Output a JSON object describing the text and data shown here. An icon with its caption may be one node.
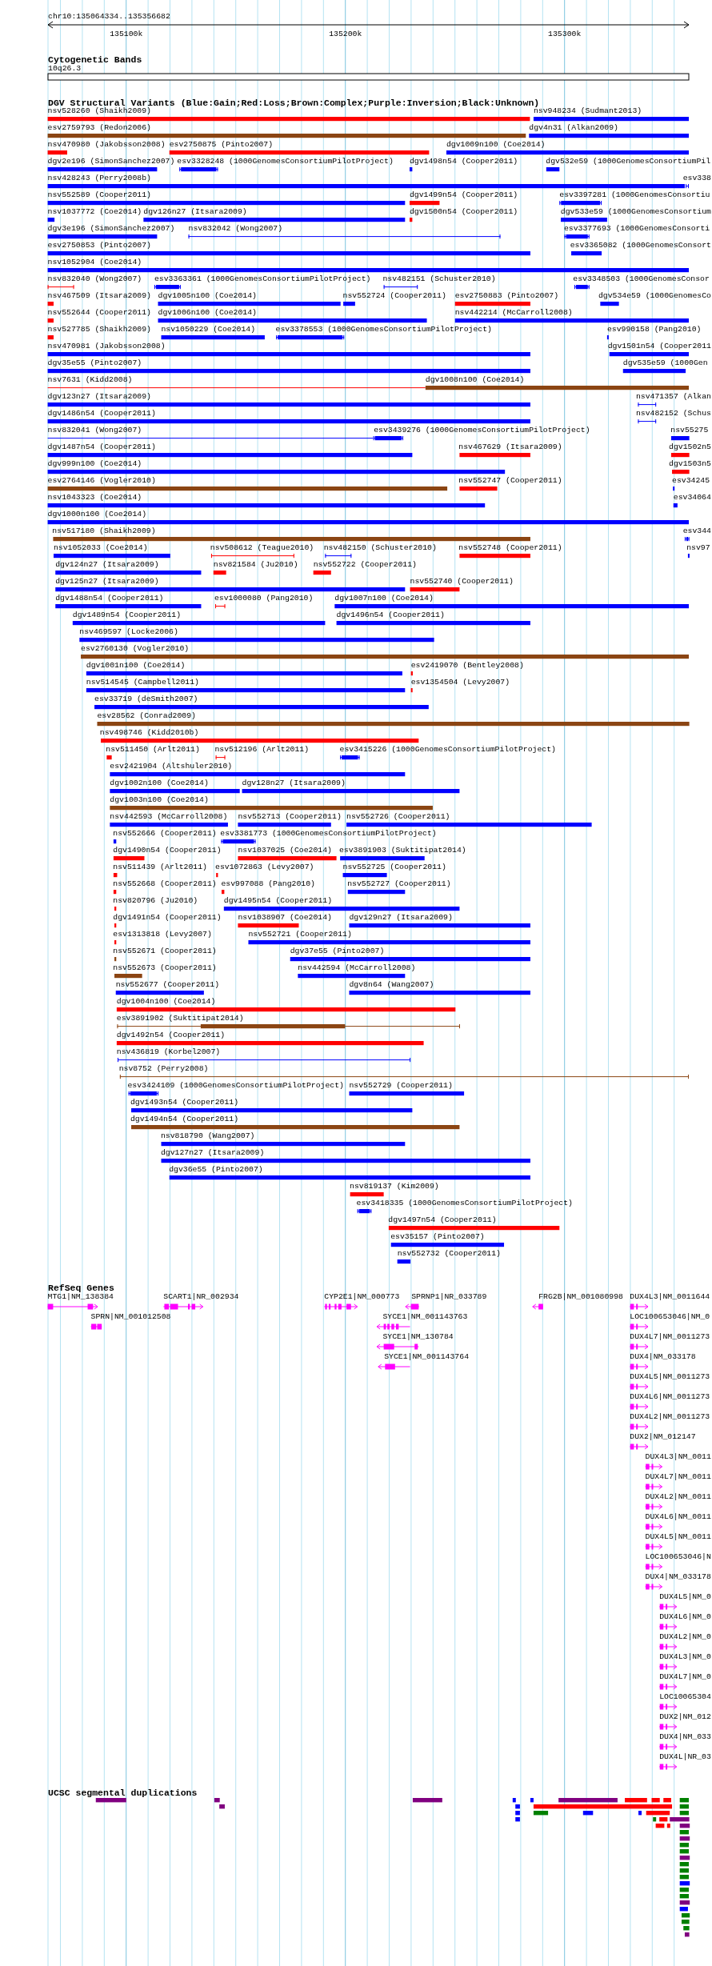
{
  "diagram": {
    "title": "chr10:135064334..135356682",
    "labels": [
      "135100k",
      "135200k",
      "135300k",
      "Cytogenetic Bands",
      "10q26.3",
      "DGV Structural Variants (Blue:Gain;Red:Loss;Brown:Complex;Purple:Inversion;Black:Unknown)",
      "nsv528260 (Shaikh2009)",
      "nsv948234 (Sudmant2013)",
      "esv2759793 (Redon2006)",
      "dgv4n31 (Alkan2009)",
      "nsv470980 (Jakobsson2008)",
      "esv2750875 (Pinto2007)",
      "dgv1009n100 (Coe2014)",
      "dgv2e196 (SimonSanchez2007)",
      "esv3328248 (1000GenomesConsortiumPilotProject)",
      "dgv1498n54 (Cooper2011)",
      "dgv532e59 (1000GenomesConsortiumPil",
      "nsv428243 (Perry2008b)",
      "esv338",
      "nsv552589 (Cooper2011)",
      "dgv1499n54 (Cooper2011)",
      "esv3397281 (1000GenomesConsortiu",
      "nsv1037772 (Coe2014)",
      "dgv126n27 (Itsara2009)",
      "dgv1500n54 (Cooper2011)",
      "dgv533e59 (1000GenomesConsortium",
      "dgv3e196 (SimonSanchez2007)",
      "nsv832042 (Wong2007)",
      "esv3377693 (1000GenomesConsorti",
      "esv2750853 (Pinto2007)",
      "esv3365082 (1000GenomesConsort",
      "nsv1052904 (Coe2014)",
      "nsv832040 (Wong2007)",
      "esv3363361 (1000GenomesConsortiumPilotProject)",
      "nsv482151 (Schuster2010)",
      "esv3348503 (1000GenomesConsor",
      "nsv467509 (Itsara2009)",
      "dgv1005n100 (Coe2014)",
      "nsv552724 (Cooper2011)",
      "esv2750883 (Pinto2007)",
      "dgv534e59 (1000GenomesCo",
      "nsv552644 (Cooper2011)",
      "dgv1006n100 (Coe2014)",
      "nsv442214 (McCarroll2008)",
      "nsv527785 (Shaikh2009)",
      "nsv1050229 (Coe2014)",
      "esv3378553 (1000GenomesConsortiumPilotProject)",
      "esv990158 (Pang2010)",
      "nsv470981 (Jakobsson2008)",
      "dgv1501n54 (Cooper2011",
      "dgv35e55 (Pinto2007)",
      "dgv535e59 (1000Gen",
      "nsv7631 (Kidd2008)",
      "dgv1008n100 (Coe2014)",
      "dgv123n27 (Itsara2009)",
      "nsv471357 (Alkan",
      "dgv1486n54 (Cooper2011)",
      "nsv482152 (Schus",
      "nsv832041 (Wong2007)",
      "esv3439276 (1000GenomesConsortiumPilotProject)",
      "nsv55275",
      "dgv1487n54 (Cooper2011)",
      "nsv467629 (Itsara2009)",
      "dgv1502n5",
      "dgv999n100 (Coe2014)",
      "dgv1503n5",
      "esv2764146 (Vogler2010)",
      "nsv552747 (Cooper2011)",
      "esv34245",
      "nsv1043323 (Coe2014)",
      "esv34064",
      "dgv1000n100 (Coe2014)",
      "nsv517180 (Shaikh2009)",
      "esv344",
      "nsv1052033 (Coe2014)",
      "nsv508612 (Teague2010)",
      "nsv482150 (Schuster2010)",
      "nsv552748 (Cooper2011)",
      "nsv97",
      "dgv124n27 (Itsara2009)",
      "nsv821584 (Ju2010)",
      "nsv552722 (Cooper2011)",
      "dgv125n27 (Itsara2009)",
      "nsv552740 (Cooper2011)",
      "dgv1488n54 (Cooper2011)",
      "esv1000080 (Pang2010)",
      "dgv1007n100 (Coe2014)",
      "dgv1489n54 (Cooper2011)",
      "dgv1496n54 (Cooper2011)",
      "nsv469597 (Locke2006)",
      "esv2760130 (Vogler2010)",
      "dgv1001n100 (Coe2014)",
      "esv2419070 (Bentley2008)",
      "nsv514545 (Campbell2011)",
      "esv1354504 (Levy2007)",
      "esv33719 (deSmith2007)",
      "esv28562 (Conrad2009)",
      "nsv498746 (Kidd2010b)",
      "nsv511450 (Arlt2011)",
      "nsv512196 (Arlt2011)",
      "esv3415226 (1000GenomesConsortiumPilotProject)",
      "esv2421904 (Altshuler2010)",
      "dgv1002n100 (Coe2014)",
      "dgv128n27 (Itsara2009)",
      "dgv1003n100 (Coe2014)",
      "nsv442593 (McCarroll2008)",
      "nsv552713 (Cooper2011)",
      "nsv552726 (Cooper2011)",
      "nsv552666 (Cooper2011)",
      "esv3381773 (1000GenomesConsortiumPilotProject)",
      "dgv1490n54 (Cooper2011)",
      "nsv1037025 (Coe2014)",
      "esv3891903 (Suktitipat2014)",
      "nsv511439 (Arlt2011)",
      "esv1072863 (Levy2007)",
      "nsv552725 (Cooper2011)",
      "nsv552668 (Cooper2011)",
      "esv997088 (Pang2010)",
      "nsv552727 (Cooper2011)",
      "nsv820796 (Ju2010)",
      "dgv1495n54 (Cooper2011)",
      "dgv1491n54 (Cooper2011)",
      "nsv1038907 (Coe2014)",
      "dgv129n27 (Itsara2009)",
      "esv1313818 (Levy2007)",
      "nsv552721 (Cooper2011)",
      "nsv552671 (Cooper2011)",
      "dgv37e55 (Pinto2007)",
      "nsv552673 (Cooper2011)",
      "nsv442594 (McCarroll2008)",
      "nsv552677 (Cooper2011)",
      "dgv8n64 (Wang2007)",
      "dgv1004n100 (Coe2014)",
      "esv3891902 (Suktitipat2014)",
      "dgv1492n54 (Cooper2011)",
      "nsv436819 (Korbel2007)",
      "nsv8752 (Perry2008)",
      "esv3424109 (1000GenomesConsortiumPilotProject)",
      "nsv552729 (Cooper2011)",
      "dgv1493n54 (Cooper2011)",
      "dgv1494n54 (Cooper2011)",
      "nsv818790 (Wang2007)",
      "dgv127n27 (Itsara2009)",
      "dgv36e55 (Pinto2007)",
      "nsv819137 (Kim2009)",
      "esv3418335 (1000GenomesConsortiumPilotProject)",
      "dgv1497n54 (Cooper2011)",
      "esv35157 (Pinto2007)",
      "nsv552732 (Cooper2011)",
      "RefSeq Genes",
      "MTG1|NM_138384",
      "SCART1|NR_002934",
      "CYP2E1|NM_000773",
      "SPRNP1|NR_033789",
      "FRG2B|NM_001080998",
      "DUX4L3|NM_0011644",
      "SPRN|NM_001012508",
      "SYCE1|NM_001143763",
      "LOC100653046|NM_0",
      "SYCE1|NM_130784",
      "DUX4L7|NM_0011273",
      "SYCE1|NM_001143764",
      "DUX4|NM_033178",
      "DUX4L5|NM_0011273",
      "DUX4L6|NM_0011273",
      "DUX4L2|NM_0011273",
      "DUX2|NM_012147",
      "DUX4L3|NM_0011",
      "DUX4L7|NM_0011",
      "DUX4L2|NM_0011",
      "DUX4L6|NM_0011",
      "DUX4L5|NM_0011",
      "LOC100653046|N",
      "DUX4|NM_033178",
      "DUX4L5|NM_0",
      "DUX4L6|NM_0",
      "DUX4L2|NM_0",
      "DUX4L3|NM_0",
      "DUX4L7|NM_0",
      "LOC10065304",
      "DUX2|NM_012",
      "DUX4|NM_033",
      "DUX4L|NR_03",
      "UCSC segmental duplications"
    ]
  }
}
